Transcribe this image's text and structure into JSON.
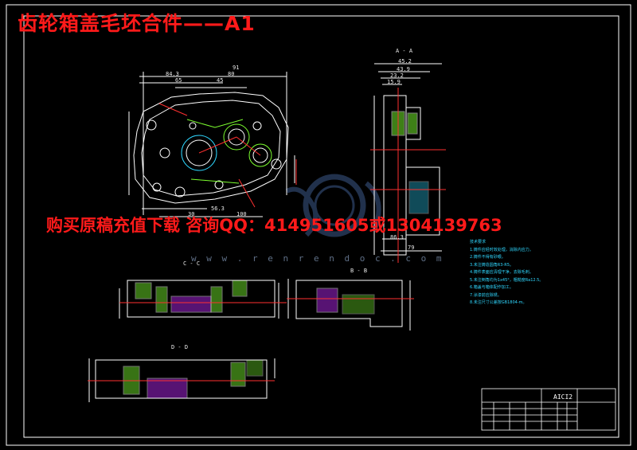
{
  "drawing": {
    "title": "齿轮箱盖毛坯合件——A1",
    "promo": "购买原稿充值下载 咨询QQ：414951605或1304139763",
    "watermark_url": "w w w . r e n r e n d o c . c o m",
    "section_labels": {
      "aa": "A - A",
      "cc": "C - C",
      "bb": "B - B",
      "dd": "D - D"
    },
    "dimensions": {
      "d91": "91",
      "d80": "80",
      "d843": "84.3",
      "d65": "65",
      "d45": "45",
      "d100": "100",
      "d30": "30",
      "d563": "56.3",
      "d452": "45.2",
      "d439": "43.9",
      "d232": "23.2",
      "d159": "15.9",
      "d863": "86.3",
      "d79": "79"
    },
    "tech_notes": [
      "技术要求",
      "1.铸件应经时效处理，消除内应力。",
      "2.铸件不得有砂眼。",
      "3.未注铸造圆角R3-R5。",
      "4.铸件表面应清理干净，去除毛刺。",
      "5.未注倒角均为1x45°，粗糙度Ra12.5。",
      "6.箱盖与箱体配作加工。",
      "7.涂漆前应除锈。",
      "8.未注尺寸公差按GB1804-m。"
    ],
    "title_block": {
      "name": "AICI2"
    }
  }
}
